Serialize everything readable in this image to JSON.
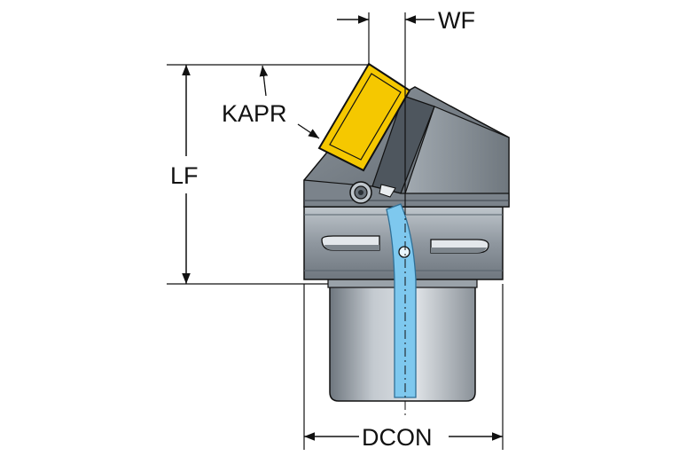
{
  "labels": {
    "wf": "WF",
    "kapr": "KAPR",
    "lf": "LF",
    "dcon": "DCON"
  },
  "colors": {
    "insert": "#F5C800",
    "body_dark": "#5E6670",
    "body_mid": "#8E969E",
    "body_light": "#B9C0C7",
    "coolant": "#7EC8EE",
    "outline": "#111111"
  }
}
